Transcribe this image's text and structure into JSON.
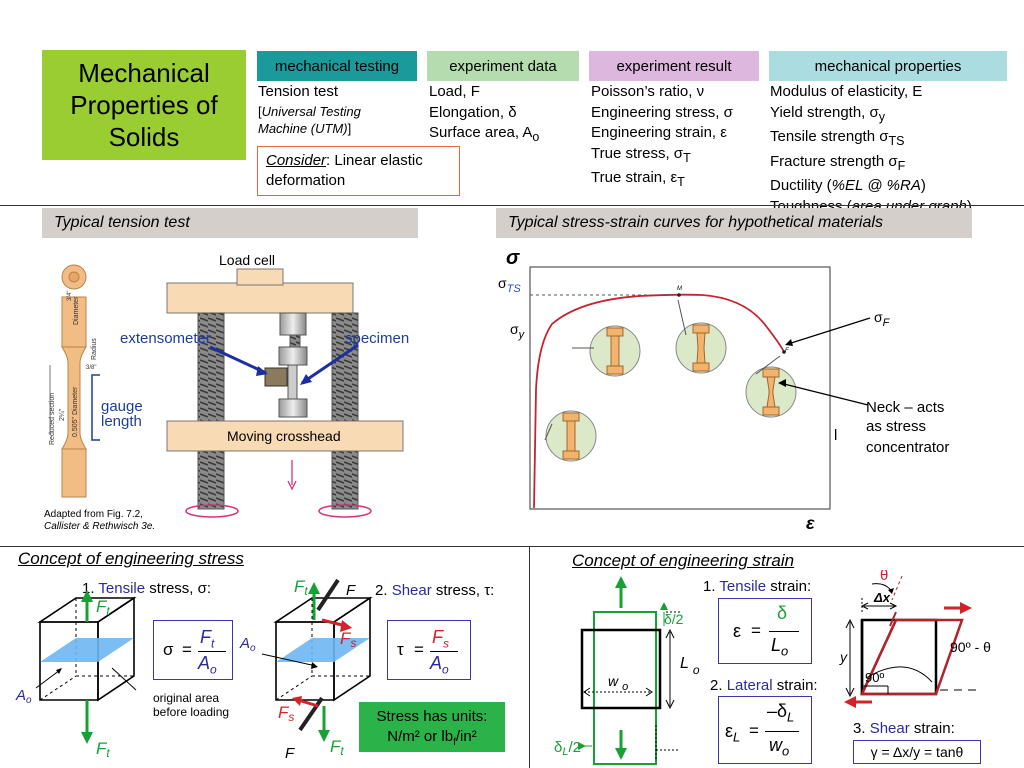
{
  "title": {
    "line1": "Mechanical",
    "line2": "Properties of",
    "line3": "Solids"
  },
  "headers": {
    "testing": {
      "label": "mechanical testing",
      "color": "#1a9a9a"
    },
    "data": {
      "label": "experiment data",
      "color": "#b5dcae"
    },
    "result": {
      "label": "experiment result",
      "color": "#ddb7dd"
    },
    "properties": {
      "label": "mechanical properties",
      "color": "#abdce0"
    }
  },
  "testing": {
    "line1": "Tension test",
    "bracket_open": "[",
    "utm_line1": "Universal Testing",
    "utm_line2": "Machine (UTM)",
    "bracket_close": "]"
  },
  "consider": {
    "label": "Consider",
    "text1": ": Linear elastic",
    "text2": "deformation"
  },
  "data_items": {
    "load": "Load, F",
    "elongation": "Elongation, δ",
    "area": "Surface area, A",
    "area_sub": "o"
  },
  "result_items": {
    "poisson": "Poisson’s ratio, ν",
    "eng_stress": "Engineering stress, σ",
    "eng_strain": "Engineering strain, ε",
    "true_stress": "True stress, σ",
    "true_stress_sub": "T",
    "true_strain": "True strain, ε",
    "true_strain_sub": "T"
  },
  "property_items": {
    "modulus": "Modulus of elasticity, E",
    "yield": "Yield strength, σ",
    "yield_sub": "y",
    "tensile": "Tensile strength σ",
    "tensile_sub": "TS",
    "fracture": "Fracture strength σ",
    "fracture_sub": "F",
    "ductility_pre": "Ductility (",
    "ductility_em": "%EL @ %RA",
    "ductility_post": ")",
    "toughness_pre": "Toughness (",
    "toughness_em": "area under graph",
    "toughness_post": ")"
  },
  "tension_test": {
    "bar": "Typical tension test",
    "load_cell": "Load cell",
    "extensometer": "extensometer",
    "specimen": "specimen",
    "moving_crosshead": "Moving crosshead",
    "gauge": "gauge",
    "length": "length",
    "diameter": "Diameter",
    "radius": "Radius",
    "reduced_section": "Reduced section",
    "reduced_len": "2¼\"",
    "dia_505": "0.505\" Diameter",
    "dim_top": "3/4\"",
    "dim_small": "3/8\"",
    "credit1": "Adapted from Fig. 7.2,",
    "credit2": "Callister & Rethwisch 3e."
  },
  "curve": {
    "bar": "Typical stress-strain curves for hypothetical materials",
    "sigma": "σ",
    "epsilon": "ε",
    "sigma_ts": "σ",
    "sigma_ts_sub": "TS",
    "sigma_y": "σ",
    "sigma_y_sub": "y",
    "sigma_f": "σ",
    "sigma_f_sub": "F",
    "neck1": "Neck – acts",
    "neck2": "as stress",
    "neck3": "concentrator",
    "point_m": "M",
    "point_f": "F",
    "bar_mark": "l"
  },
  "stress": {
    "title": "Concept of engineering stress",
    "tensile_num": "1. ",
    "tensile_word": "Tensile",
    "tensile_rest": " stress, σ:",
    "shear_num": "2. ",
    "shear_word": "Shear",
    "shear_rest": " stress, τ:",
    "eq_sigma": "σ",
    "eq_tau": "τ",
    "equals": "=",
    "f": "F",
    "f_t": "t",
    "f_s": "s",
    "a": "A",
    "a_o": "o",
    "original1": "original area",
    "original2": "before loading",
    "units1": "Stress has units:",
    "units2": "N/m² or lb",
    "units_sub": "f",
    "units3": "/in²",
    "ft": "F",
    "ft_sub": "t",
    "fs": "F",
    "fs_sub": "s",
    "ao": "A",
    "ao_sub": "o",
    "f_plain": "F"
  },
  "strain": {
    "title": "Concept of engineering strain",
    "tensile_num": "1. ",
    "tensile_word": "Tensile",
    "tensile_rest": " strain:",
    "lateral_num": "2. ",
    "lateral_word": "Lateral",
    "lateral_rest": " strain:",
    "shear_num": "3. ",
    "shear_word": "Shear",
    "shear_rest": " strain:",
    "eps": "ε",
    "delta": "δ",
    "lo": "L",
    "lo_sub": "o",
    "wo": "w",
    "wo_sub": "o",
    "neg_delta": "–δ",
    "l_sub": "L",
    "half_delta": "δ/2",
    "half_delta_l": "δ",
    "half_delta_l_sub": "L",
    "half_delta_l_rest": "/2",
    "theta": "θ",
    "dx": "Δx",
    "y": "y",
    "angle": "90º - θ",
    "ninety": "90º",
    "gamma_eq": "γ = Δx/y = tanθ"
  }
}
